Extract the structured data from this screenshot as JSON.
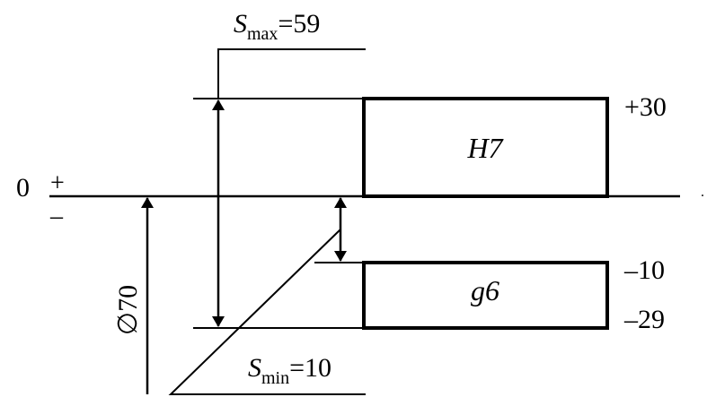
{
  "zero_line": {
    "label": "0",
    "plus": "+",
    "minus": "–"
  },
  "hole": {
    "name": "H7",
    "upper": "+30"
  },
  "shaft": {
    "name": "g6",
    "upper": "–10",
    "lower": "–29"
  },
  "nominal": {
    "label": "∅70"
  },
  "smax": {
    "symbol": "S",
    "sub": "max",
    "value": "=59"
  },
  "smin": {
    "symbol": "S",
    "sub": "min",
    "value": "=10"
  },
  "trailing_dot": "."
}
